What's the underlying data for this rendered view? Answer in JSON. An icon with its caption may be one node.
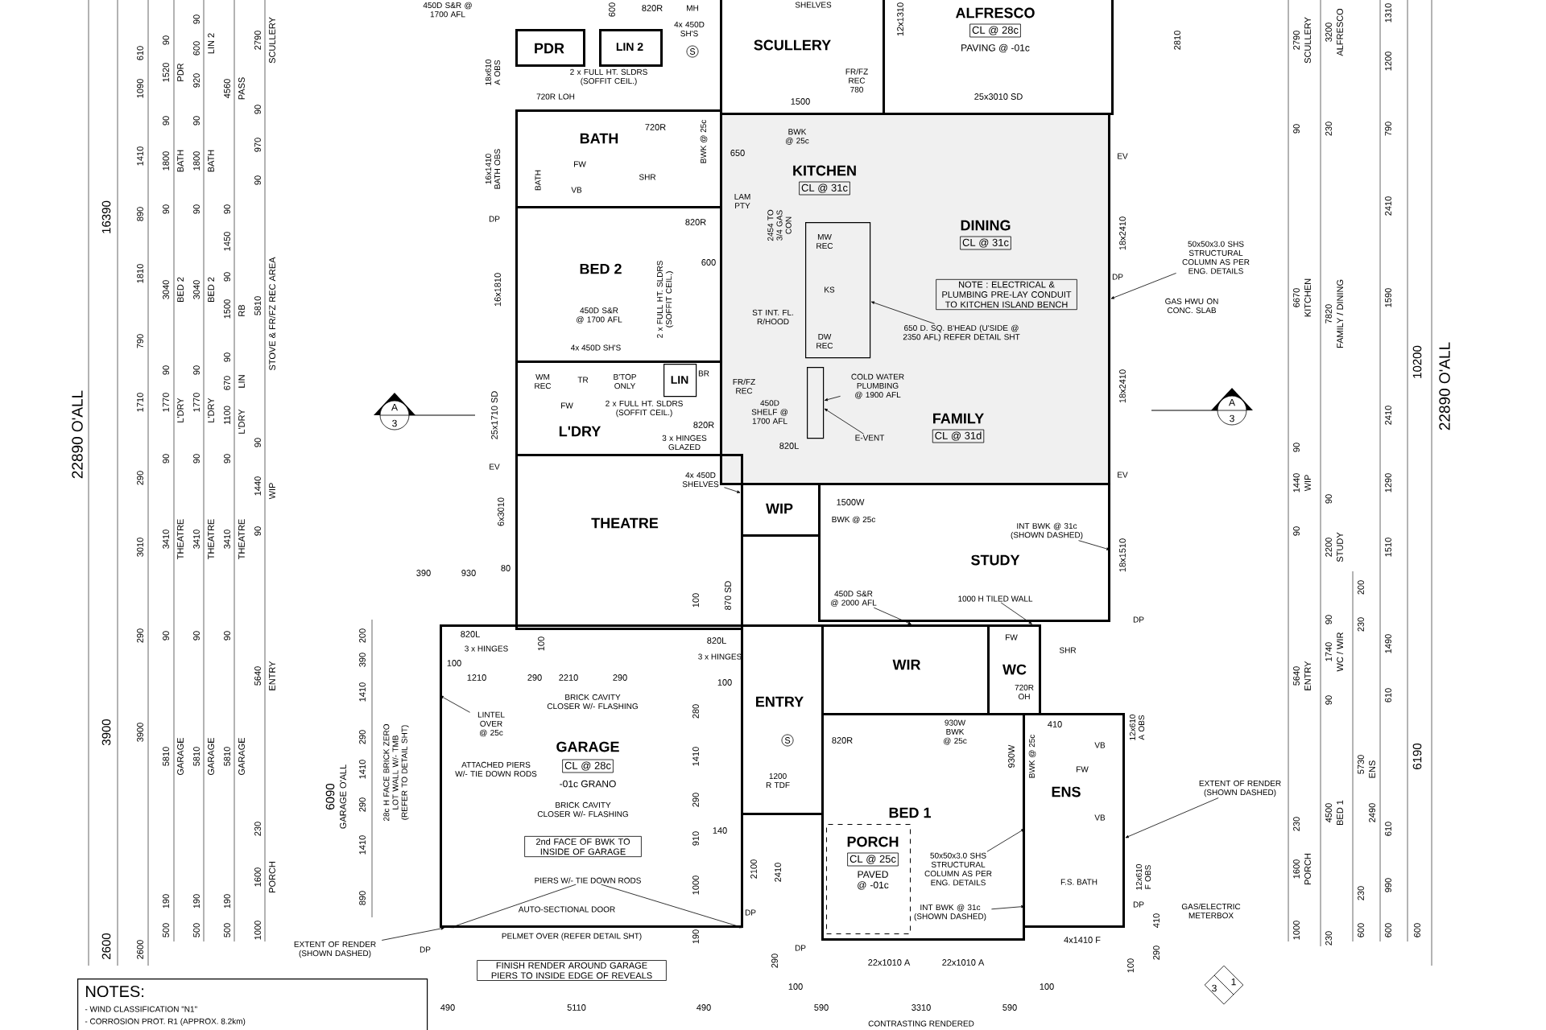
{
  "diagram": {
    "nodes": [
      {
        "text": [
          "ALFRESCO",
          "CL @ 28c",
          "PAVING @ -01c"
        ]
      },
      {
        "text": [
          "SCULLERY"
        ]
      },
      {
        "text": [
          "PDR"
        ]
      },
      {
        "text": [
          "LIN 2"
        ]
      },
      {
        "text": [
          "BATH"
        ]
      },
      {
        "text": [
          "KITCHEN",
          "CL @ 31c",
          "DINING",
          "CL @ 31c",
          "FAMILY",
          "CL @ 31d"
        ]
      },
      {
        "text": [
          "NOTE : ELECTRICAL & PLUMBING PRE-LAY CONDUIT TO KITCHEN ISLAND BENCH"
        ],
        "in": 5
      },
      {
        "text": [
          "BED 2"
        ]
      },
      {
        "text": [
          "L'DRY"
        ]
      },
      {
        "text": [
          "LIN"
        ],
        "in": 8
      },
      {
        "text": [
          "THEATRE"
        ]
      },
      {
        "text": [
          "WIP"
        ]
      },
      {
        "text": [
          "STUDY"
        ]
      },
      {
        "text": [
          "GARAGE",
          "CL @ 28c",
          "-01c GRANO"
        ]
      },
      {
        "text": [
          "2nd FACE OF BWK TO INSIDE OF GARAGE"
        ],
        "in": 13
      },
      {
        "text": [
          "ENTRY"
        ]
      },
      {
        "text": [
          "WIR"
        ]
      },
      {
        "text": [
          "WC"
        ]
      },
      {
        "text": [
          "ENS"
        ]
      },
      {
        "text": [
          "BED 1"
        ]
      },
      {
        "text": [
          "PORCH",
          "CL @ 25c",
          "PAVED @ -01c"
        ],
        "in": 19
      },
      {
        "text": [
          "FINISH RENDER AROUND GARAGE PIERS TO INSIDE EDGE OF REVEALS"
        ]
      },
      {
        "text": [
          "NOTES:",
          "- WIND CLASSIFICATION \"N1\"",
          "- CORROSION PROT. R1 (APPROX. 8.2km)"
        ]
      },
      {
        "text": [
          "A",
          "3"
        ]
      },
      {
        "text": [
          "A",
          "3"
        ]
      },
      {
        "text": [
          "3",
          "1"
        ]
      },
      {
        "text": [
          "50x50x3.0 SHS STRUCTURAL COLUMN AS PER ENG. DETAILS"
        ]
      },
      {
        "text": [
          "EXTENT OF RENDER (SHOWN DASHED)"
        ]
      },
      {
        "text": [
          "EXTENT OF RENDER (SHOWN DASHED)"
        ]
      },
      {
        "text": [
          "LINTEL OVER @ 25c"
        ],
        "in": 13
      },
      {
        "text": [
          "INT BWK @ 31c (SHOWN DASHED)"
        ],
        "in": 12
      },
      {
        "text": [
          "INT BWK @ 31c (SHOWN DASHED)"
        ],
        "in": 19
      },
      {
        "text": [
          "1000 H TILED WALL"
        ],
        "in": 12
      },
      {
        "text": [
          "450D S&R @ 2000 AFL"
        ],
        "in": 12
      },
      {
        "text": [
          "4x 450D SHELVES"
        ],
        "in": 10
      },
      {
        "text": [
          "E-VENT"
        ],
        "in": 5
      },
      {
        "text": [
          "650 D. SQ. B'HEAD (U'SIDE @ 2350 AFL) REFER DETAIL SHT"
        ],
        "in": 5
      },
      {
        "text": [
          "COLD WATER PLUMBING @ 1900 AFL"
        ],
        "in": 5
      },
      {
        "text": [
          "PIERS W/- TIE DOWN RODS"
        ],
        "in": 13
      },
      {
        "text": [
          "50x50x3.0 SHS STRUCTURAL COLUMN AS PER ENG. DETAILS"
        ],
        "in": 19
      },
      {
        "text": [],
        "shape": "box",
        "in": 5
      },
      {
        "text": [],
        "shape": "box",
        "in": 5
      }
    ],
    "edges": [
      {
        "from": 26,
        "to": 5,
        "arrow": "to"
      },
      {
        "from": 27,
        "to": 18,
        "arrow": "to"
      },
      {
        "from": 28,
        "to": 13,
        "arrow": "to"
      },
      {
        "from": 29,
        "to": 13,
        "arrow": "to"
      },
      {
        "from": 30,
        "to": 12,
        "arrow": "to"
      },
      {
        "from": 31,
        "to": 19,
        "arrow": "to"
      },
      {
        "from": 32,
        "to": 17,
        "arrow": "to"
      },
      {
        "from": 33,
        "to": 16,
        "arrow": "to"
      },
      {
        "from": 34,
        "to": 11,
        "arrow": "to"
      },
      {
        "from": 35,
        "to": 41,
        "arrow": "to"
      },
      {
        "from": 36,
        "to": 40,
        "arrow": "to"
      },
      {
        "from": 37,
        "to": 41,
        "arrow": "to"
      },
      {
        "from": 38,
        "to": 13,
        "arrow": "to"
      },
      {
        "from": 38,
        "to": 13,
        "arrow": "to"
      },
      {
        "from": 39,
        "to": 19,
        "arrow": "to"
      }
    ],
    "labels": [
      "22890 O'ALL",
      "16390",
      "3900",
      "2600",
      "610",
      "1090",
      "1410",
      "890",
      "1810",
      "790",
      "1710",
      "290",
      "3010",
      "290",
      "3900",
      "2600",
      "90",
      "1520",
      "90",
      "1800",
      "90",
      "3040",
      "90",
      "1770",
      "90",
      "3410",
      "90",
      "5810",
      "190",
      "500",
      "PDR",
      "BATH",
      "BED 2",
      "L'DRY",
      "THEATRE",
      "GARAGE",
      "90",
      "600",
      "920",
      "90",
      "1800",
      "90",
      "3040",
      "90",
      "1770",
      "90",
      "3410",
      "90",
      "5810",
      "190",
      "500",
      "LIN 2",
      "BATH",
      "BED 2",
      "L'DRY",
      "THEATRE",
      "GARAGE",
      "4560",
      "90",
      "1450",
      "90",
      "1500",
      "90",
      "670",
      "1100",
      "90",
      "3410",
      "90",
      "5810",
      "190",
      "500",
      "PASS",
      "RB",
      "LIN",
      "L'DRY",
      "THEATRE",
      "GARAGE",
      "2790",
      "90",
      "970",
      "90",
      "5810",
      "90",
      "1440",
      "90",
      "5640",
      "230",
      "1600",
      "1000",
      "SCULLERY",
      "STOVE & FR/FZ REC AREA",
      "WIP",
      "ENTRY",
      "PORCH",
      "6090",
      "GARAGE O'ALL",
      "200",
      "390",
      "1410",
      "290",
      "1410",
      "290",
      "1410",
      "890",
      "28c H FACE BRICK ZERO LOT WALL W/- TMB (REFER TO DETAIL SHT)",
      "390",
      "930",
      "80",
      "6x3010",
      "820L",
      "3 x HINGES",
      "100",
      "100",
      "1210",
      "290",
      "2210",
      "290",
      "BRICK CAVITY CLOSER W/- FLASHING",
      "ATTACHED PIERS W/- TIE DOWN RODS",
      "BRICK CAVITY CLOSER W/- FLASHING",
      "AUTO-SECTIONAL DOOR",
      "PELMET OVER (REFER DETAIL SHT)",
      "DP",
      "490",
      "5110",
      "490",
      "100",
      "870 SD",
      "820L",
      "3 x HINGES",
      "100",
      "280",
      "1410",
      "290",
      "910",
      "1000",
      "190",
      "140",
      "2100",
      "2410",
      "DP",
      "S",
      "1200 R TDF",
      "820R",
      "290",
      "DP",
      "100",
      "590",
      "3310",
      "590",
      "100",
      "CONTRASTING RENDERED",
      "22x1010 A",
      "22x1010 A",
      "4x1410 F",
      "930W BWK @ 25c",
      "FW",
      "720R OH",
      "SHR",
      "410",
      "930W",
      "BWK @ 25c",
      "FW",
      "VB",
      "VB",
      "F.S. BATH",
      "DP",
      "12x610 A OBS",
      "12x610 F OBS",
      "DP",
      "GAS/ELECTRIC METERBOX",
      "410",
      "290",
      "100",
      "2810",
      "EV",
      "18x2410",
      "DP",
      "GAS HWU ON CONC. SLAB",
      "18x2410",
      "EV",
      "18x1510",
      "2790",
      "90",
      "6670",
      "90",
      "1440",
      "90",
      "5640",
      "230",
      "1600",
      "1000",
      "SCULLERY",
      "KITCHEN",
      "WIP",
      "ENTRY",
      "PORCH",
      "3200",
      "230",
      "7820",
      "90",
      "2200",
      "90",
      "1740",
      "90",
      "4500",
      "230",
      "ALFRESCO",
      "FAMILY / DINING",
      "STUDY",
      "WC / WIR",
      "BED 1",
      "ENS",
      "2490",
      "200",
      "230",
      "5730",
      "230",
      "600",
      "1310",
      "1200",
      "790",
      "2410",
      "1590",
      "2410",
      "1290",
      "1510",
      "1490",
      "610",
      "610",
      "990",
      "600",
      "10200",
      "6190",
      "600",
      "22890 O'ALL",
      "450D S&R @ 1700 AFL",
      "18x610 A OBS",
      "16x1410 BATH OBS",
      "DP",
      "16x1810",
      "25x1710 SD",
      "EV",
      "600",
      "820R",
      "MH",
      "4x 450D SH'S",
      "S",
      "2 x FULL HT. SLDRS (SOFFIT CEIL.)",
      "720R LOH",
      "720R",
      "FW",
      "SHR",
      "BATH",
      "VB",
      "820R",
      "BWK @ 25c",
      "650",
      "LAM PTY",
      "2454 TO 3/4 GAS CON",
      "600",
      "2 x FULL HT. SLDRS (SOFFIT CEIL.)",
      "450D S&R @ 1700 AFL",
      "4x 450D SH'S",
      "ST INT. FL. R/HOOD",
      "MW REC",
      "KS",
      "DW REC",
      "WM REC",
      "TR",
      "B'TOP ONLY",
      "BR",
      "FR/FZ REC",
      "FW",
      "2 x FULL HT. SLDRS (SOFFIT CEIL.)",
      "820R",
      "3 x HINGES GLAZED",
      "450D SHELF @ 1700 AFL",
      "820L",
      "1500W",
      "BWK @ 25c",
      "SHELVES",
      "FR/FZ REC 780",
      "1500",
      "12x1310",
      "25x3010 SD",
      "BWK @ 25c"
    ]
  }
}
